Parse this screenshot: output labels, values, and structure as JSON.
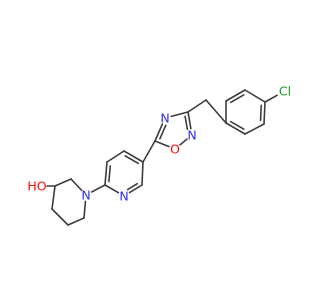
{
  "colors": {
    "bond": "#3c3c3c",
    "N": "#3030f0",
    "O": "#ff0d0d",
    "Cl": "#1ea01e",
    "C": "#3c3c3c",
    "background": "#ffffff"
  },
  "atoms": [
    {
      "id": "Cl",
      "symbol": "Cl"
    },
    {
      "id": "b1",
      "symbol": "C"
    },
    {
      "id": "b2",
      "symbol": "C"
    },
    {
      "id": "b3",
      "symbol": "C"
    },
    {
      "id": "b4",
      "symbol": "C"
    },
    {
      "id": "b5",
      "symbol": "C"
    },
    {
      "id": "b6",
      "symbol": "C"
    },
    {
      "id": "ch2",
      "symbol": "C"
    },
    {
      "id": "ox3",
      "symbol": "C"
    },
    {
      "id": "ox_n2",
      "symbol": "N"
    },
    {
      "id": "ox_n4",
      "symbol": "N"
    },
    {
      "id": "ox5",
      "symbol": "C"
    },
    {
      "id": "ox_o1",
      "symbol": "O"
    },
    {
      "id": "p5",
      "symbol": "C"
    },
    {
      "id": "p4",
      "symbol": "C"
    },
    {
      "id": "p3",
      "symbol": "C"
    },
    {
      "id": "p2",
      "symbol": "C"
    },
    {
      "id": "p_n1",
      "symbol": "N"
    },
    {
      "id": "p6",
      "symbol": "C"
    },
    {
      "id": "pip_n",
      "symbol": "N"
    },
    {
      "id": "pip2",
      "symbol": "C"
    },
    {
      "id": "pip3",
      "symbol": "C"
    },
    {
      "id": "oh",
      "symbol": "O"
    },
    {
      "id": "pip4",
      "symbol": "C"
    },
    {
      "id": "pip5",
      "symbol": "C"
    },
    {
      "id": "pip6",
      "symbol": "C"
    }
  ],
  "labels": [
    {
      "atom": "Cl",
      "text": "Cl",
      "element": "Cl"
    },
    {
      "atom": "ox_n2",
      "text": "N",
      "element": "N"
    },
    {
      "atom": "ox_n4",
      "text": "N",
      "element": "N"
    },
    {
      "atom": "ox_o1",
      "text": "O",
      "element": "O"
    },
    {
      "atom": "p_n1",
      "text": "N",
      "element": "N"
    },
    {
      "atom": "pip_n",
      "text": "N",
      "element": "N"
    },
    {
      "atom": "oh",
      "text": "HO",
      "element": "O"
    }
  ],
  "bonds": [
    {
      "a": "Cl",
      "b": "b1",
      "order": 1
    },
    {
      "a": "b1",
      "b": "b2",
      "order": 2
    },
    {
      "a": "b2",
      "b": "b3",
      "order": 1
    },
    {
      "a": "b3",
      "b": "b4",
      "order": 2
    },
    {
      "a": "b4",
      "b": "b5",
      "order": 1
    },
    {
      "a": "b5",
      "b": "b6",
      "order": 2
    },
    {
      "a": "b6",
      "b": "b1",
      "order": 1
    },
    {
      "a": "b4",
      "b": "ch2",
      "order": 1
    },
    {
      "a": "ch2",
      "b": "ox3",
      "order": 1
    },
    {
      "a": "ox3",
      "b": "ox_n2",
      "order": 2
    },
    {
      "a": "ox_n2",
      "b": "ox_o1",
      "order": 1
    },
    {
      "a": "ox_o1",
      "b": "ox5",
      "order": 1
    },
    {
      "a": "ox5",
      "b": "ox_n4",
      "order": 2
    },
    {
      "a": "ox_n4",
      "b": "ox3",
      "order": 1
    },
    {
      "a": "ox5",
      "b": "p5",
      "order": 1
    },
    {
      "a": "p5",
      "b": "p4",
      "order": 2
    },
    {
      "a": "p4",
      "b": "p3",
      "order": 1
    },
    {
      "a": "p3",
      "b": "p2",
      "order": 2
    },
    {
      "a": "p2",
      "b": "p_n1",
      "order": 1
    },
    {
      "a": "p_n1",
      "b": "p6",
      "order": 2
    },
    {
      "a": "p6",
      "b": "p5",
      "order": 1
    },
    {
      "a": "p2",
      "b": "pip_n",
      "order": 1
    },
    {
      "a": "pip_n",
      "b": "pip2",
      "order": 1
    },
    {
      "a": "pip2",
      "b": "pip3",
      "order": 1
    },
    {
      "a": "pip3",
      "b": "oh",
      "order": 1
    },
    {
      "a": "pip3",
      "b": "pip4",
      "order": 1
    },
    {
      "a": "pip4",
      "b": "pip5",
      "order": 1
    },
    {
      "a": "pip5",
      "b": "pip6",
      "order": 1
    },
    {
      "a": "pip6",
      "b": "pip_n",
      "order": 1
    }
  ]
}
